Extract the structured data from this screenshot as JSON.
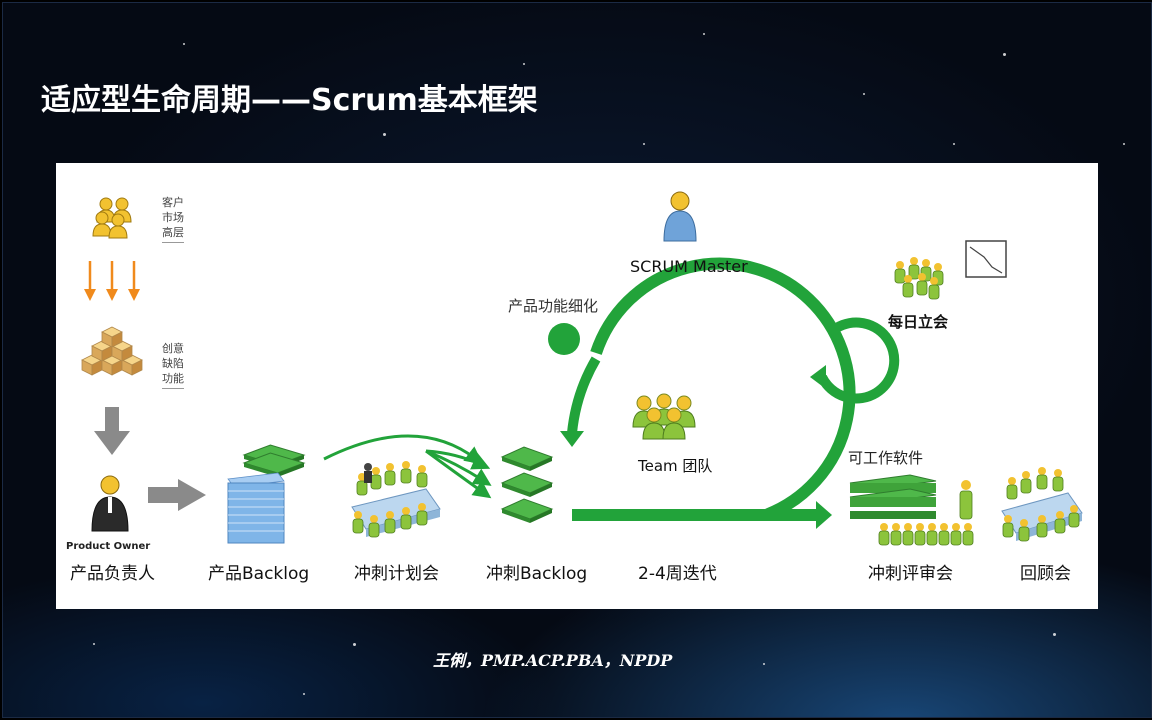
{
  "slide": {
    "title": "适应型生命周期——Scrum基本框架",
    "footer": "王俐，PMP.ACP.PBA，NPDP"
  },
  "diagram": {
    "customer_notes": [
      "客户",
      "市场",
      "高层"
    ],
    "idea_notes": [
      "创意",
      "缺陷",
      "功能"
    ],
    "product_owner_en": "Product Owner",
    "product_owner_label": "产品负责人",
    "product_backlog_label": "产品Backlog",
    "sprint_planning_label": "冲刺计划会",
    "sprint_backlog_label": "冲刺Backlog",
    "iteration_label": "2-4周迭代",
    "scrum_master_label": "SCRUM Master",
    "refinement_label": "产品功能细化",
    "team_label": "Team 团队",
    "daily_standup_label": "每日立会",
    "working_software_label": "可工作软件",
    "sprint_review_label": "冲刺评审会",
    "retrospective_label": "回顾会"
  },
  "colors": {
    "green": "#22a33a",
    "orange_arrow": "#f08a1c",
    "gray_arrow": "#8a8a8a",
    "person_yellow": "#f2c230",
    "person_green": "#8cc43c",
    "backlog_blue": "#7fb5e8"
  },
  "icons": [
    "people-group-icon",
    "arrows-down-icon",
    "boxes-icon",
    "person-icon",
    "document-stack-icon",
    "meeting-table-icon",
    "burndown-chart-icon"
  ]
}
